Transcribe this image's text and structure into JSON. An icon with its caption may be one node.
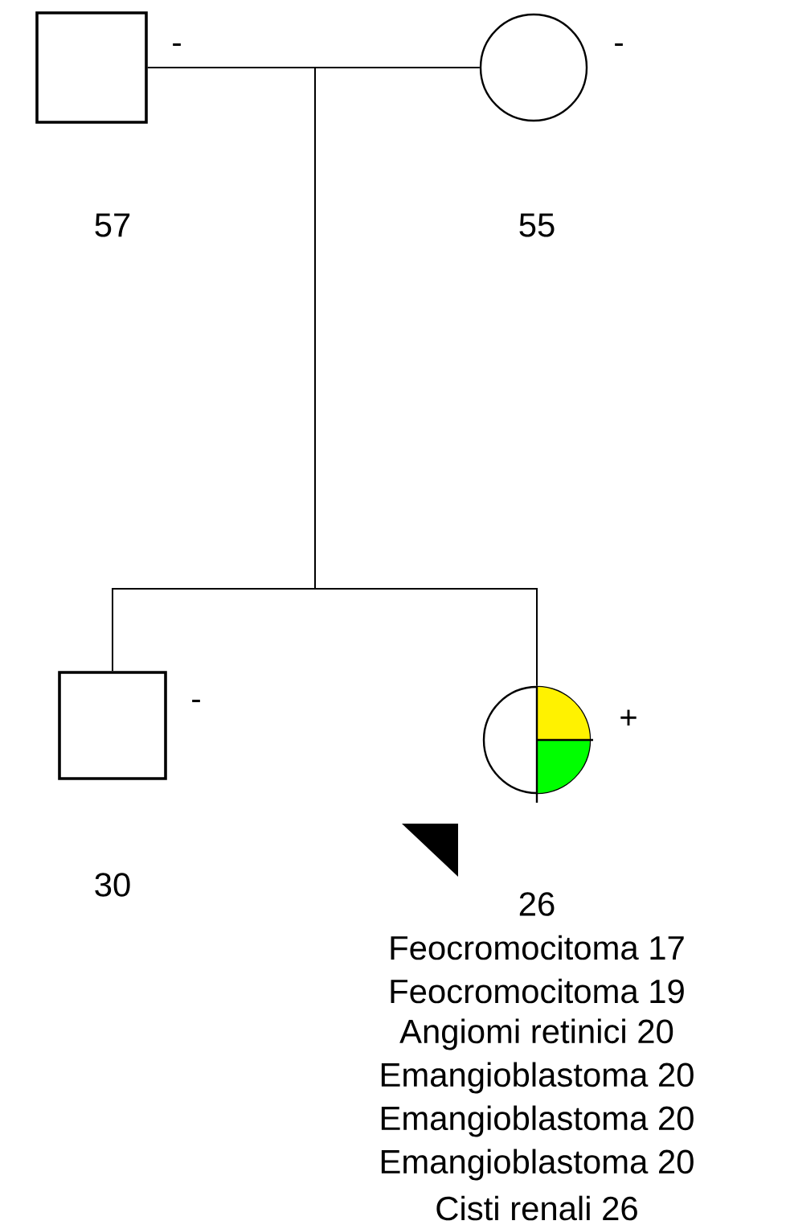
{
  "diagram": {
    "nodes": [
      {
        "text": [],
        "shape": "box",
        "beside": [
          "-",
          "57"
        ]
      },
      {
        "text": [],
        "shape": "circle",
        "beside": [
          "-",
          "55"
        ]
      },
      {
        "text": [],
        "shape": "box",
        "beside": [
          "-",
          "30"
        ]
      },
      {
        "text": [],
        "shape": "circle",
        "beside": [
          "+",
          "26",
          "Feocromocitoma 17",
          "Feocromocitoma 19",
          "Angiomi retinici 20",
          "Emangioblastoma 20",
          "Emangioblastoma 20",
          "Emangioblastoma 20",
          "Cisti renali 26"
        ]
      }
    ],
    "edges": [
      {
        "from": 0,
        "to": 1,
        "arrow": "none"
      },
      {
        "from": null,
        "to": 2,
        "arrow": "none"
      },
      {
        "from": null,
        "to": 3,
        "arrow": "none"
      }
    ]
  }
}
